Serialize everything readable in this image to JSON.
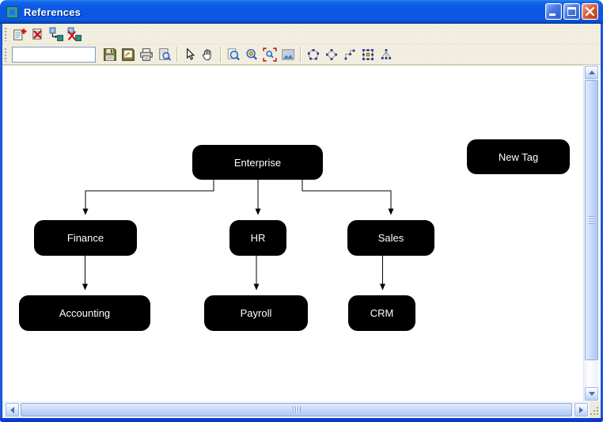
{
  "window": {
    "title": "References",
    "controls": [
      {
        "name": "minimize"
      },
      {
        "name": "maximize"
      },
      {
        "name": "close"
      }
    ]
  },
  "toolbars": {
    "primary": {
      "buttons": [
        "add-tag",
        "delete-tag",
        "add-reference",
        "delete-reference"
      ]
    },
    "secondary": {
      "input": {
        "value": "",
        "placeholder": ""
      },
      "buttons": [
        "save",
        "export-image",
        "print",
        "print-preview",
        "select-cursor",
        "pan-hand",
        "zoom",
        "zoom-actual-size",
        "zoom-to-selection",
        "fit-content",
        "circular-layout",
        "organic-layout",
        "orthogonal-layout",
        "grid-layout",
        "tree-layout"
      ]
    }
  },
  "diagram": {
    "type": "tree",
    "nodes": [
      {
        "label": "Enterprise"
      },
      {
        "label": "New Tag"
      },
      {
        "label": "Finance"
      },
      {
        "label": "HR"
      },
      {
        "label": "Sales"
      },
      {
        "label": "Accounting"
      },
      {
        "label": "Payroll"
      },
      {
        "label": "CRM"
      }
    ],
    "edges": [
      {
        "from": "Enterprise",
        "to": "Finance"
      },
      {
        "from": "Enterprise",
        "to": "HR"
      },
      {
        "from": "Enterprise",
        "to": "Sales"
      },
      {
        "from": "Finance",
        "to": "Accounting"
      },
      {
        "from": "HR",
        "to": "Payroll"
      },
      {
        "from": "Sales",
        "to": "CRM"
      }
    ],
    "node_style": {
      "fill": "#000000",
      "text_color": "#ffffff"
    }
  },
  "colors": {
    "titlebar_blue": "#0d5be4",
    "close_red": "#d8502b",
    "toolbar_bg": "#f2efe1",
    "canvas_bg": "#ffffff",
    "window_border": "#0b46cf",
    "scrollbar_thumb": "#c7d9fb"
  }
}
